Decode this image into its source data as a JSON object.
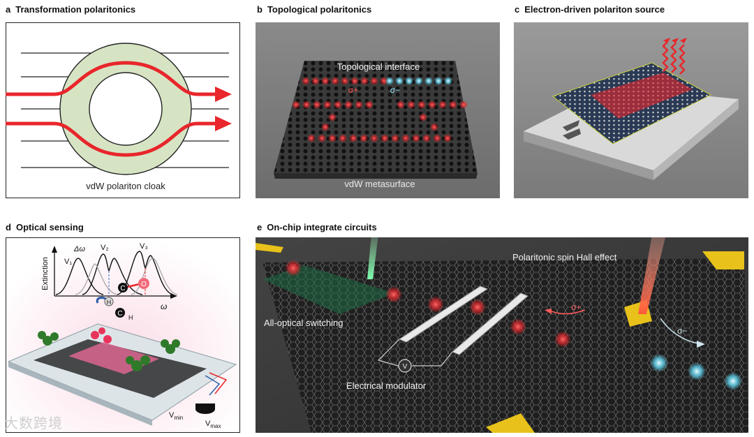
{
  "panels": {
    "a": {
      "letter": "a",
      "title": "Transformation polaritonics",
      "caption": "vdW polariton cloak"
    },
    "b": {
      "letter": "b",
      "title": "Topological polaritonics",
      "interface_label": "Topological interface",
      "sigma_plus": "σ+",
      "sigma_minus": "σ−",
      "caption": "vdW metasurface"
    },
    "c": {
      "letter": "c",
      "title": "Electron-driven polariton source"
    },
    "d": {
      "letter": "d",
      "title": "Optical sensing",
      "y_axis": "Extinction",
      "x_axis": "ω",
      "delta_omega": "Δω",
      "v1": "V₁",
      "v2": "V₂",
      "v3": "V₃",
      "atom_c": "C",
      "atom_o": "O",
      "atom_h": "H",
      "vmin": "V",
      "vmin_sub": "min",
      "vmax": "V",
      "vmax_sub": "max"
    },
    "e": {
      "letter": "e",
      "title": "On-chip integrate circuits",
      "spin_hall": "Polaritonic spin Hall effect",
      "switching": "All-optical switching",
      "modulator": "Electrical modulator",
      "v_symbol": "V",
      "sigma_plus": "σ+",
      "sigma_minus": "σ−"
    }
  },
  "watermark": "大数跨境",
  "colors": {
    "red": "#e8262b",
    "cloak": "#d6e4c4",
    "dark_bg": "#3f3f3f",
    "cyan": "#5fd4f0",
    "gold": "#e8c21a"
  }
}
